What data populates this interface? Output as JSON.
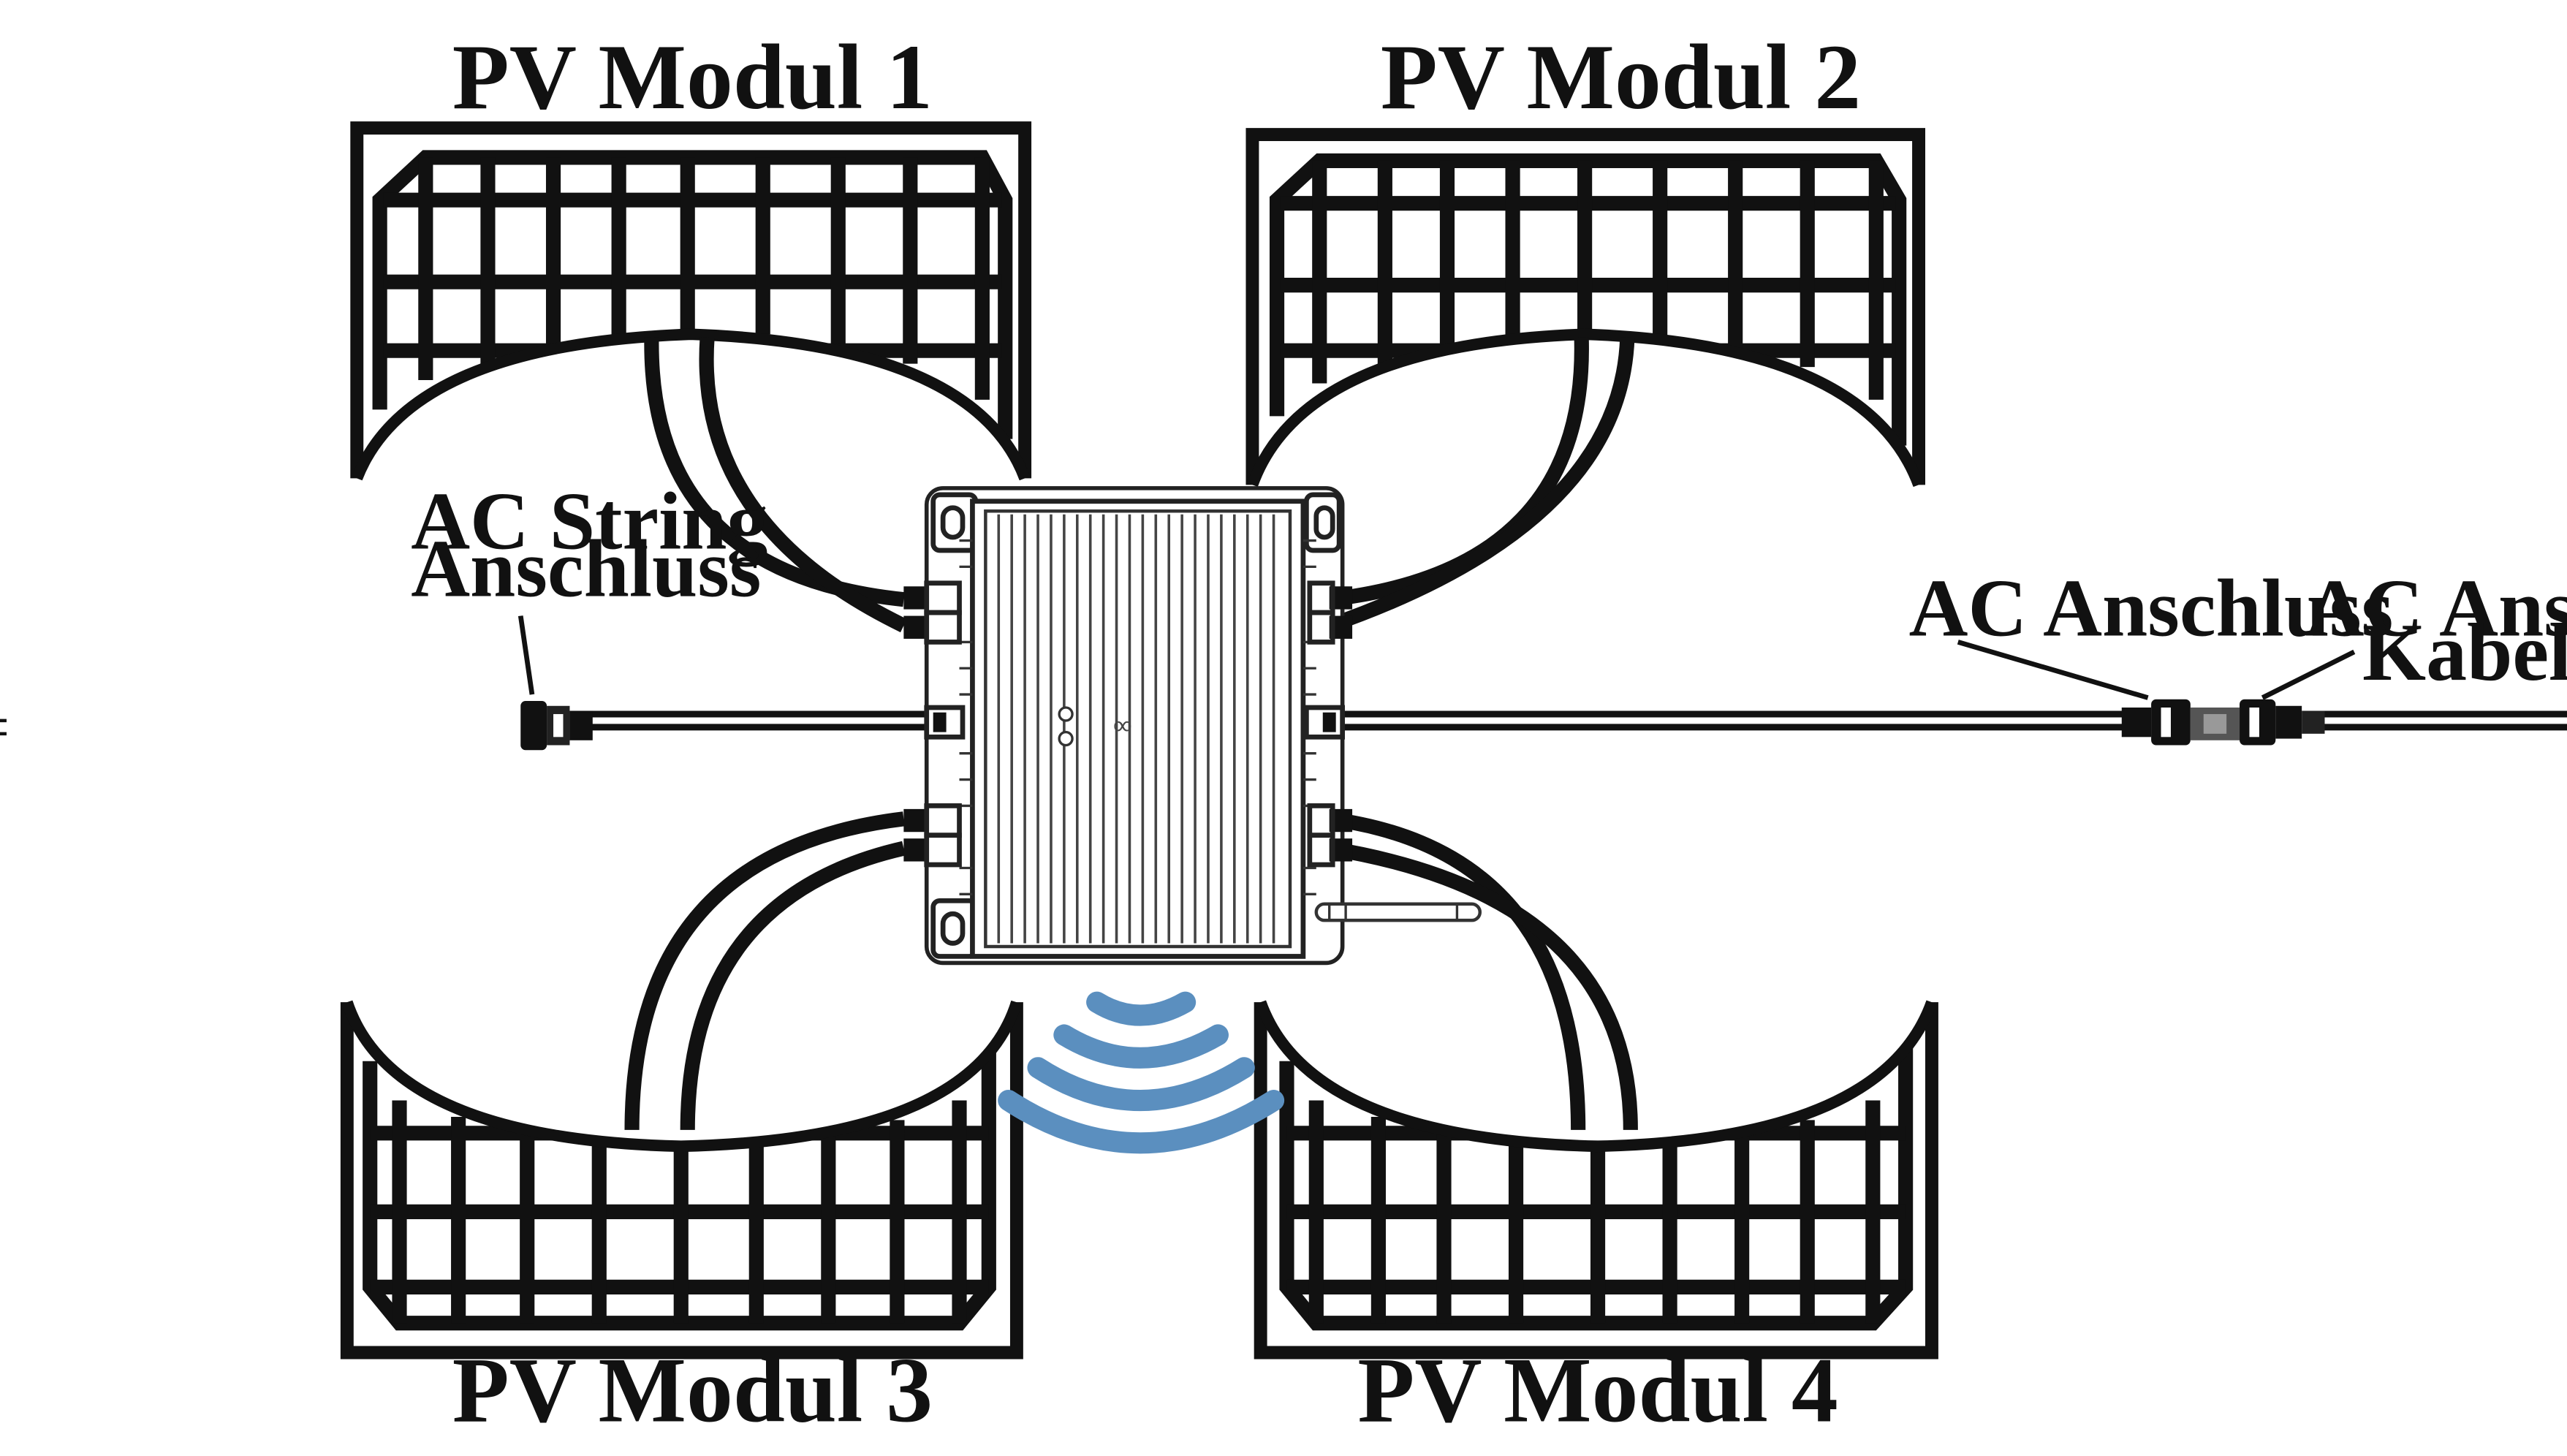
{
  "modules": [
    {
      "id": "pv1",
      "label": "PV Modul 1"
    },
    {
      "id": "pv2",
      "label": "PV Modul 2"
    },
    {
      "id": "pv3",
      "label": "PV Modul 3"
    },
    {
      "id": "pv4",
      "label": "PV Modul 4"
    }
  ],
  "connectors": {
    "ac_string": {
      "line1": "AC String",
      "line2": "Anschluss"
    },
    "ac_anschluss": {
      "label": "AC Anschluss"
    },
    "ac_anschluss_kabel": {
      "line1": "AC Anschluss",
      "line2": "Kabel"
    }
  },
  "colors": {
    "line": "#111111",
    "wireless_signal": "#5b8fbf",
    "background": "#ffffff"
  },
  "icons": {
    "inverter": "microinverter-icon",
    "antenna": "antenna-icon",
    "wireless": "wireless-signal-icon"
  }
}
